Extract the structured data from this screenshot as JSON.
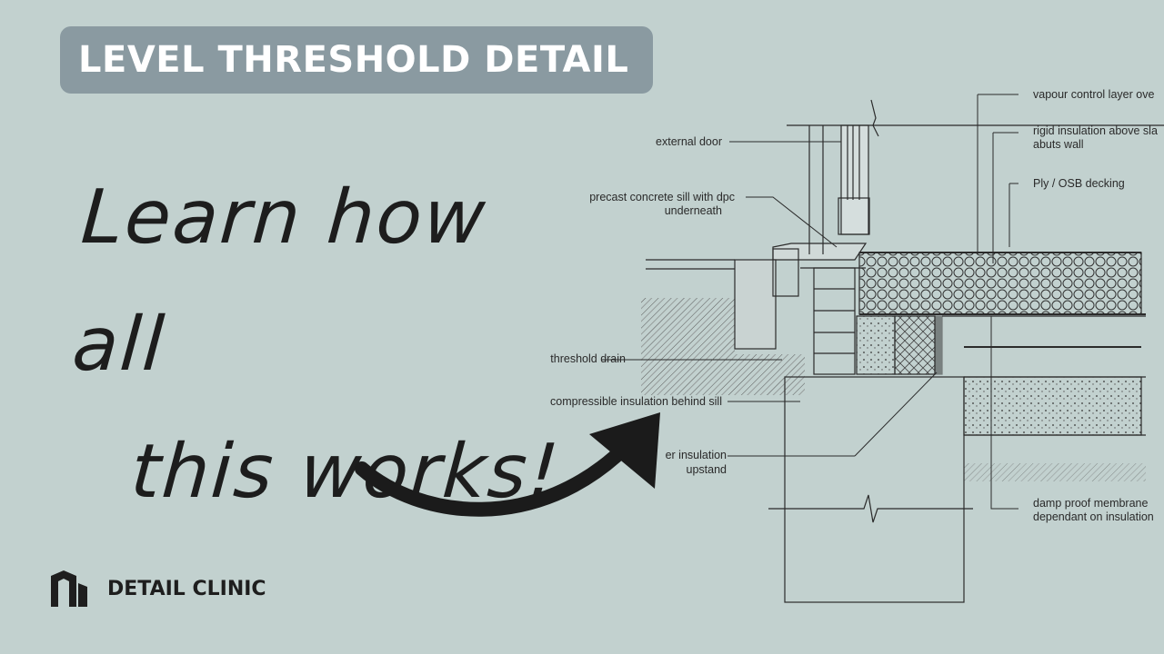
{
  "title": "LEVEL THRESHOLD DETAIL",
  "tagline": {
    "line1": "Learn how all",
    "line2": "this works!"
  },
  "brand": {
    "name": "DETAIL CLINIC",
    "icon": "building-logo-icon"
  },
  "drawing": {
    "labels": {
      "external_door": "external door",
      "sill_1": "precast concrete sill with dpc",
      "sill_2": "underneath",
      "threshold_drain": "threshold drain",
      "compressible": "compressible insulation behind sill",
      "upstand_1": "er insulation",
      "upstand_2": "upstand",
      "vcl": "vapour control layer ove",
      "rigid_1": "rigid insulation above sla",
      "rigid_2": "abuts wall",
      "ply": "Ply / OSB decking",
      "dpm_1": "damp proof membrane",
      "dpm_2": "dependant on insulation"
    }
  },
  "colors": {
    "background": "#c2d1cf",
    "badge": "#8a9aa1",
    "ink": "#1d1d1d"
  }
}
